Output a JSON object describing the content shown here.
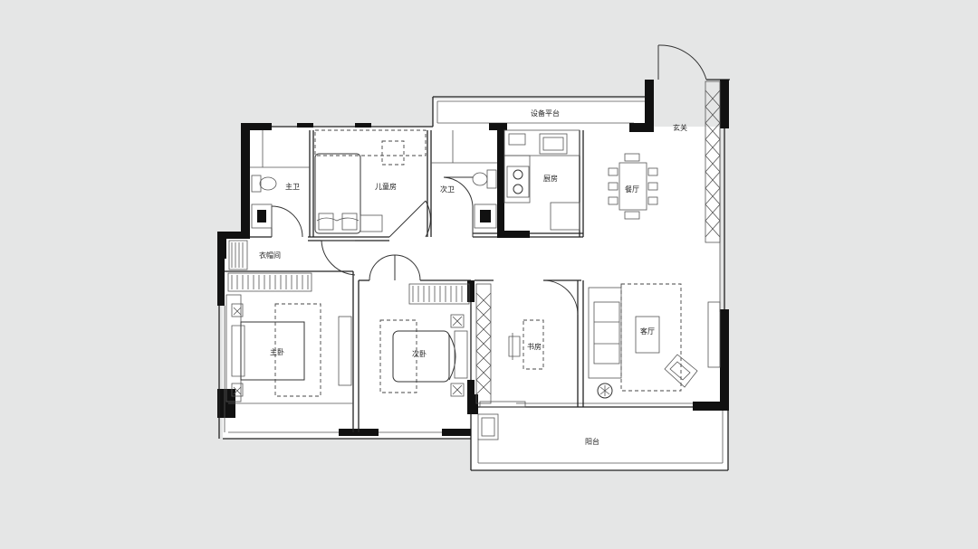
{
  "floorplan": {
    "colors": {
      "background": "#e5e6e6",
      "wall": "#111111",
      "floor": "#ffffff",
      "line": "#333333"
    },
    "rooms": {
      "equipment_platform": "设备平台",
      "entrance": "玄关",
      "master_bath": "主卫",
      "kids_room": "儿童房",
      "second_bath": "次卫",
      "kitchen": "厨房",
      "dining": "餐厅",
      "cloakroom": "衣帽间",
      "master_bedroom": "主卧",
      "second_bedroom": "次卧",
      "study": "书房",
      "living_room": "客厅",
      "balcony": "阳台"
    },
    "icons": [
      "door-swing-icon",
      "toilet-icon",
      "sink-icon",
      "stove-icon",
      "bed-icon",
      "sofa-icon",
      "dining-table-icon",
      "desk-icon",
      "wardrobe-icon",
      "plant-icon",
      "armchair-icon",
      "washing-machine-icon"
    ]
  }
}
